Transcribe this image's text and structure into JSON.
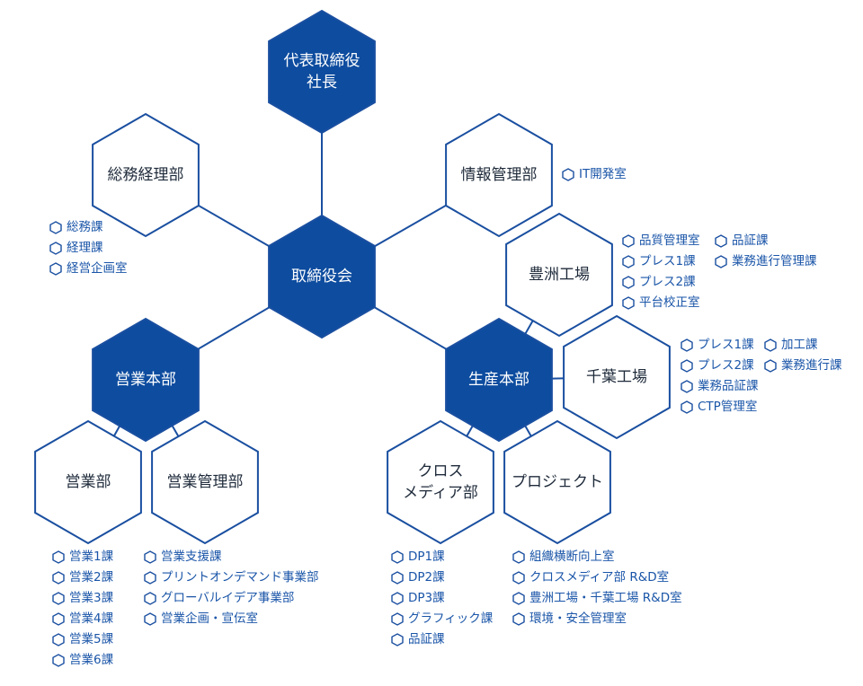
{
  "colors": {
    "primary": "#0d4c9f",
    "line": "#1a4fa0",
    "text_dark": "#1e2a3a",
    "list_text": "#1a55a8"
  },
  "nodes": {
    "president": {
      "lines": [
        "代表取締役",
        "社長"
      ],
      "filled": true
    },
    "board": {
      "lines": [
        "取締役会"
      ],
      "filled": true
    },
    "general_affairs": {
      "lines": [
        "総務経理部"
      ],
      "filled": false
    },
    "info_management": {
      "lines": [
        "情報管理部"
      ],
      "filled": false
    },
    "toyosu_factory": {
      "lines": [
        "豊洲工場"
      ],
      "filled": false
    },
    "sales_hq": {
      "lines": [
        "営業本部"
      ],
      "filled": true
    },
    "production_hq": {
      "lines": [
        "生産本部"
      ],
      "filled": true
    },
    "chiba_factory": {
      "lines": [
        "千葉工場"
      ],
      "filled": false
    },
    "sales_dept": {
      "lines": [
        "営業部"
      ],
      "filled": false
    },
    "sales_management": {
      "lines": [
        "営業管理部"
      ],
      "filled": false
    },
    "cross_media": {
      "lines": [
        "クロス",
        "メディア部"
      ],
      "filled": false
    },
    "project": {
      "lines": [
        "プロジェクト"
      ],
      "filled": false
    }
  },
  "lists": {
    "general_affairs": [
      "総務課",
      "経理課",
      "経営企画室"
    ],
    "info_management": [
      "IT開発室"
    ],
    "toyosu_col1": [
      "品質管理室",
      "プレス1課",
      "プレス2課",
      "平台校正室"
    ],
    "toyosu_col2": [
      "品証課",
      "業務進行管理課"
    ],
    "chiba_col1": [
      "プレス1課",
      "プレス2課",
      "業務品証課",
      "CTP管理室"
    ],
    "chiba_col2": [
      "加工課",
      "業務進行課"
    ],
    "sales_dept": [
      "営業1課",
      "営業2課",
      "営業3課",
      "営業4課",
      "営業5課",
      "営業6課"
    ],
    "sales_management": [
      "営業支援課",
      "プリントオンデマンド事業部",
      "グローバルイデア事業部",
      "営業企画・宣伝室"
    ],
    "cross_media": [
      "DP1課",
      "DP2課",
      "DP3課",
      "グラフィック課",
      "品証課"
    ],
    "project": [
      "組織横断向上室",
      "クロスメディア部 R&D室",
      "豊洲工場・千葉工場 R&D室",
      "環境・安全管理室"
    ]
  }
}
